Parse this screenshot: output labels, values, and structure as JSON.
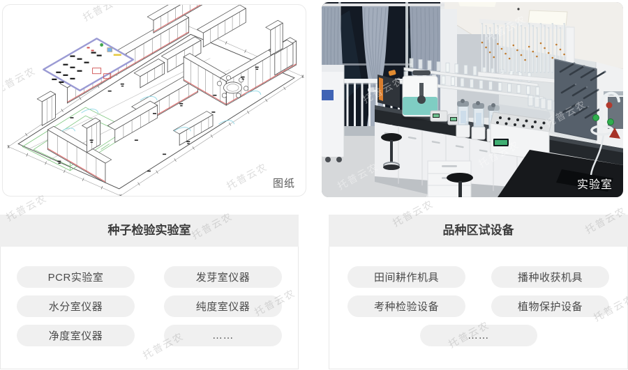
{
  "watermark": {
    "text": "托普云农"
  },
  "gallery": {
    "blueprint": {
      "label": "图纸"
    },
    "lab_photo": {
      "label": "实验室"
    }
  },
  "panels": {
    "seed_lab": {
      "title": "种子检验实验室",
      "items": [
        "PCR实验室",
        "发芽室仪器",
        "水分室仪器",
        "纯度室仪器",
        "净度室仪器",
        "……"
      ]
    },
    "variety_trial": {
      "title": "品种区试设备",
      "items": [
        "田间耕作机具",
        "播种收获机具",
        "考种检验设备",
        "植物保护设备",
        "……"
      ]
    }
  },
  "colors": {
    "panel_header_bg": "#efefef",
    "pill_bg": "#f0f0f0",
    "title_text": "#3b3b3b",
    "pill_text": "#4a4a4a",
    "blueprint_accent_red": "#d95454",
    "blueprint_green": "#7cc57c",
    "blueprint_cyan": "#8fd8e6",
    "blueprint_purple": "#9b9bd4",
    "photo_teal_machine": "#7fcdc3"
  }
}
